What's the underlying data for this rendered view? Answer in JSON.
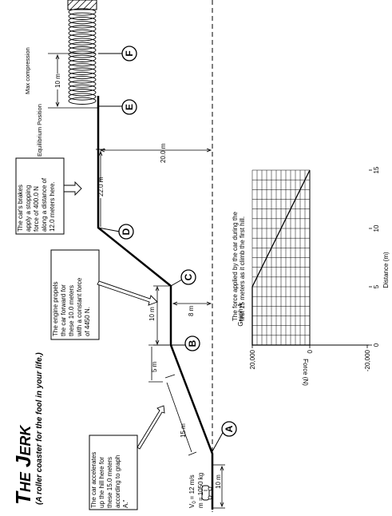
{
  "title": {
    "main_cap": "T",
    "main_rest": "HE",
    "main_cap2": "J",
    "main_rest2": "ERK",
    "subtitle": "(A roller coaster for the fool in your life.)"
  },
  "points": [
    "A",
    "B",
    "C",
    "D",
    "E",
    "F"
  ],
  "callouts": {
    "accelerate": [
      "The car accelerates",
      "up the hill here for",
      "these 15.0 meters",
      "according to graph",
      "A.\""
    ],
    "engine": [
      "The engine propels",
      "the car forward for",
      "these 10.0 meters",
      "with a constant force",
      "of 4450 N."
    ],
    "brakes": [
      "The car's brakes",
      "apply a stopping",
      "force of 400.0 N",
      "along a distance of",
      "12.0 meters here."
    ]
  },
  "labels": {
    "v0": "V",
    "v0_sub": "0",
    "v0_rest": "= 12 m/s",
    "mass": "m = 1050 kg",
    "h_start": "10 m",
    "slope_len": "15 m",
    "rise": "5 m",
    "flat_len": "10 m",
    "h_c": "8 m",
    "down_len": "22.0 m",
    "h_top": "20.0 m",
    "spring_comp": "10 m",
    "max_comp": "Max compression",
    "equilibrium": "Equilibrium Position"
  },
  "chart_data": {
    "type": "line",
    "title": "Graph A",
    "subtitle": [
      "The force applied by the car during the",
      "first 15 meters as it climb the first hill."
    ],
    "xlabel": "Distance (m)",
    "ylabel": "Force (N)",
    "xlim": [
      0,
      15
    ],
    "ylim": [
      -20000,
      20000
    ],
    "x_ticks": [
      "0",
      "5",
      "10",
      "15"
    ],
    "y_ticks": [
      "20,000",
      "0",
      "-20,000"
    ],
    "grid": true,
    "series": [
      {
        "x": [
          0,
          0,
          5,
          10,
          15
        ],
        "y": [
          0,
          20000,
          20000,
          10000,
          0
        ]
      }
    ]
  }
}
